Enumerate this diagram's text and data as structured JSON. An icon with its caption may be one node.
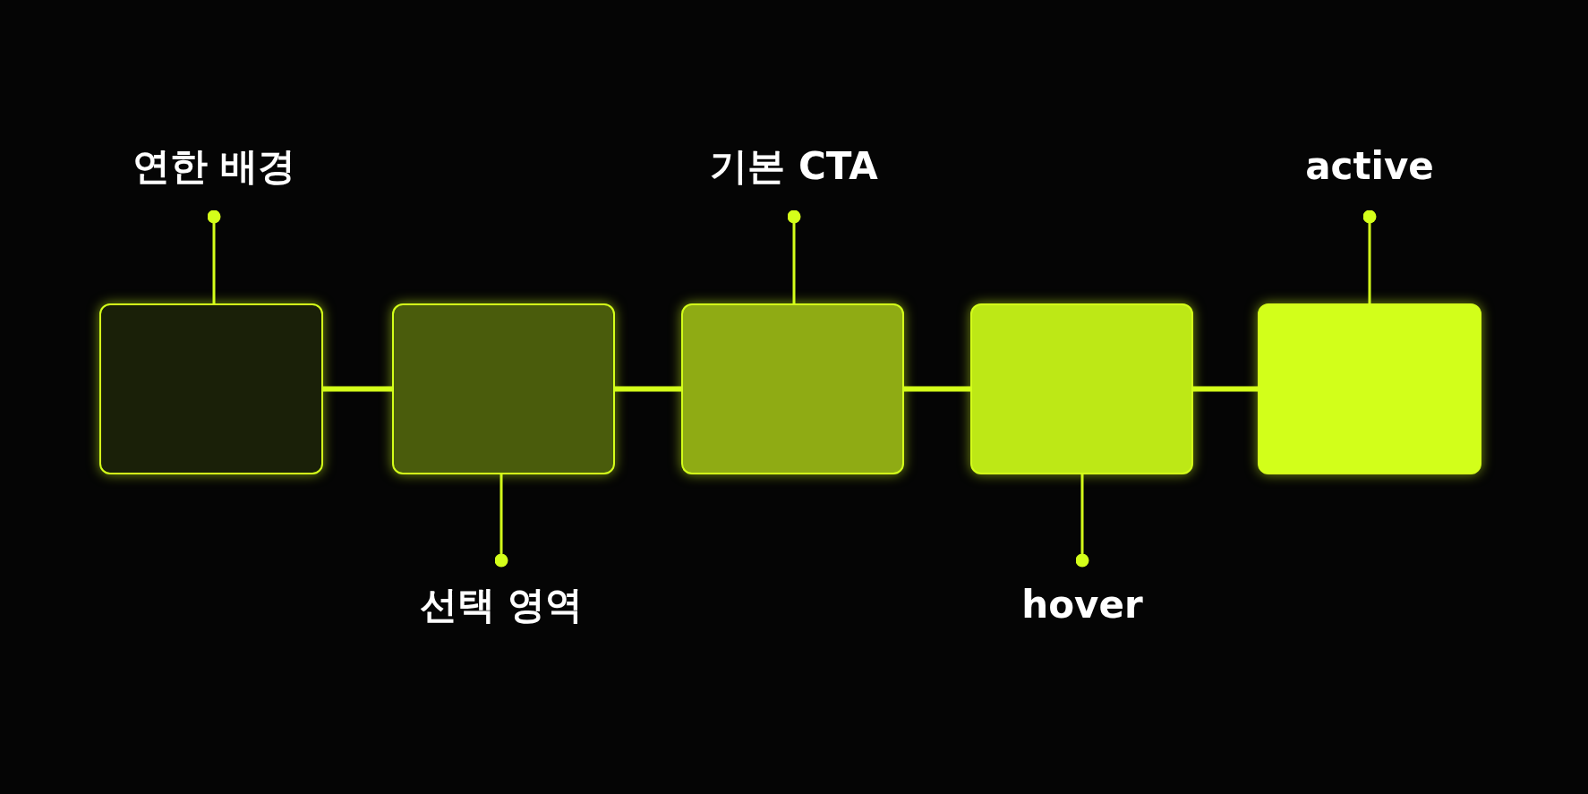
{
  "diagram": {
    "nodes": [
      {
        "text": [],
        "shape": "box"
      },
      {
        "text": [],
        "shape": "box"
      },
      {
        "text": [],
        "shape": "box"
      },
      {
        "text": [],
        "shape": "box"
      },
      {
        "text": [],
        "shape": "box"
      },
      {
        "text": [
          "연한 배경"
        ]
      },
      {
        "text": [
          "선택 영역"
        ]
      },
      {
        "text": [
          "기본 CTA"
        ]
      },
      {
        "text": [
          "hover"
        ]
      },
      {
        "text": [
          "active"
        ]
      }
    ],
    "edges": [
      {
        "from": 0,
        "to": 1,
        "arrow": "none",
        "style": "thick"
      },
      {
        "from": 1,
        "to": 2,
        "arrow": "none",
        "style": "thick"
      },
      {
        "from": 2,
        "to": 3,
        "arrow": "none",
        "style": "thick"
      },
      {
        "from": 3,
        "to": 4,
        "arrow": "none",
        "style": "thick"
      },
      {
        "from": 5,
        "to": 0,
        "arrow": "other"
      },
      {
        "from": 6,
        "to": 1,
        "arrow": "other"
      },
      {
        "from": 7,
        "to": 2,
        "arrow": "other"
      },
      {
        "from": 8,
        "to": 3,
        "arrow": "other"
      },
      {
        "from": 9,
        "to": 4,
        "arrow": "other"
      }
    ]
  }
}
